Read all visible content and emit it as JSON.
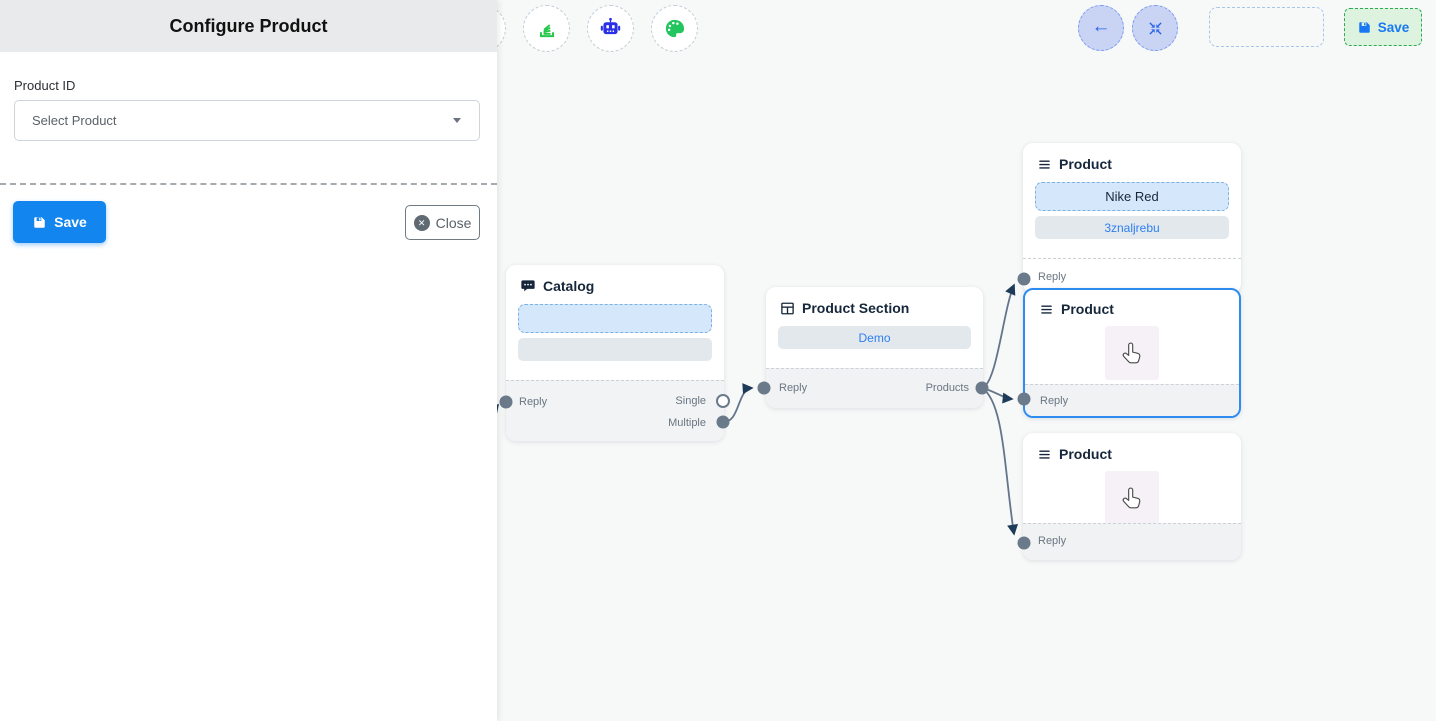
{
  "panel": {
    "title": "Configure Product",
    "product_id_label": "Product ID",
    "select_placeholder": "Select Product",
    "save_label": "Save",
    "close_label": "Close"
  },
  "topbar": {
    "save_label": "Save",
    "icons": [
      "layers-icon",
      "robot-icon",
      "palette-icon",
      "back-arrow-icon",
      "compress-icon",
      "save-icon"
    ]
  },
  "nodes": {
    "catalog": {
      "title": "Catalog",
      "reply": "Reply",
      "single": "Single",
      "multiple": "Multiple"
    },
    "section": {
      "title": "Product Section",
      "value": "Demo",
      "reply": "Reply",
      "products": "Products"
    },
    "product1": {
      "title": "Product",
      "value1": "Nike Red",
      "value2": "3znaljrebu",
      "reply": "Reply"
    },
    "product2": {
      "title": "Product",
      "reply": "Reply",
      "selected": true
    },
    "product3": {
      "title": "Product",
      "reply": "Reply"
    }
  },
  "edges": [
    {
      "from": "offscreen-left",
      "to": "catalog.reply"
    },
    {
      "from": "catalog.multiple",
      "to": "section.reply"
    },
    {
      "from": "section.products",
      "to": "product1.reply"
    },
    {
      "from": "section.products",
      "to": "product2.reply"
    },
    {
      "from": "section.products",
      "to": "product3.reply"
    }
  ],
  "colors": {
    "accent_blue": "#1285ef",
    "selected_border": "#2e8bf0",
    "edge": "#64748b",
    "arrowhead": "#1e3c5a",
    "green_border": "#2faa54",
    "link_blue": "#2d7ff0",
    "panel_header_bg": "#e9eaeb",
    "canvas_bg": "#f7f8f8",
    "robot_icon": "#2a2fe8",
    "palette_icon": "#22c55e",
    "layers_icon": "#24c748"
  }
}
